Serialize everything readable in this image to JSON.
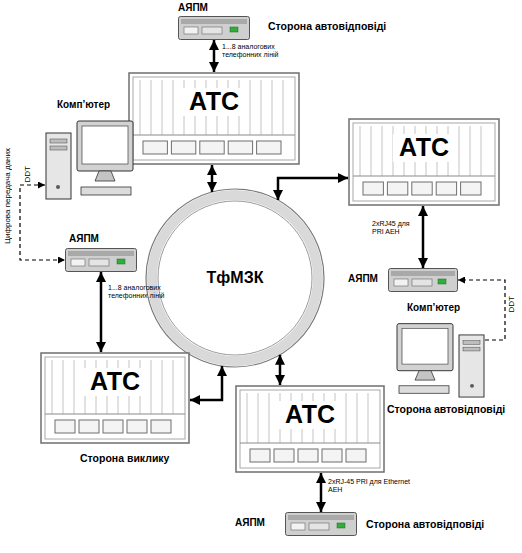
{
  "diagram": {
    "nodes": [
      {
        "text": [
          "АЯПМ"
        ]
      },
      {
        "text": [
          "АТС"
        ]
      },
      {
        "text": [
          "АТС"
        ]
      },
      {
        "text": [
          "ТфМЗК"
        ]
      },
      {
        "text": [
          "Комп’ютер"
        ]
      },
      {
        "text": [
          "АЯПМ"
        ]
      },
      {
        "text": [
          "АТС"
        ]
      },
      {
        "text": [
          "АЯПМ"
        ]
      },
      {
        "text": [
          "Комп’ютер"
        ]
      },
      {
        "text": [
          "АТС"
        ]
      },
      {
        "text": [
          "АЯПМ"
        ]
      }
    ],
    "edges": [
      {
        "from": 0,
        "to": 1,
        "arrow": "both",
        "label": "1...8 аналогових телефонних ліній"
      },
      {
        "from": 1,
        "to": 3,
        "arrow": "both"
      },
      {
        "from": 3,
        "to": 2,
        "arrow": "both"
      },
      {
        "from": 2,
        "to": 7,
        "arrow": "both",
        "label": "2xRJ45 для PRI AEH"
      },
      {
        "from": 8,
        "to": 7,
        "arrow": "to",
        "label": "DDT"
      },
      {
        "from": 4,
        "to": 5,
        "arrow": "both",
        "label": "DDT"
      },
      {
        "from": 5,
        "to": 6,
        "arrow": "both",
        "label": "1...8 аналогових телефонних ліній"
      },
      {
        "from": 6,
        "to": 3,
        "arrow": "both"
      },
      {
        "from": 3,
        "to": 9,
        "arrow": "both"
      },
      {
        "from": 9,
        "to": 10,
        "arrow": "both",
        "label": "2xRJ-45 PRI для Ethernet AEH"
      }
    ],
    "labels": [
      "Сторона автовідповіді",
      "Сторона автовідповіді",
      "Сторона автовідповіді",
      "Сторона виклику",
      "Цифрова передача даних"
    ]
  }
}
